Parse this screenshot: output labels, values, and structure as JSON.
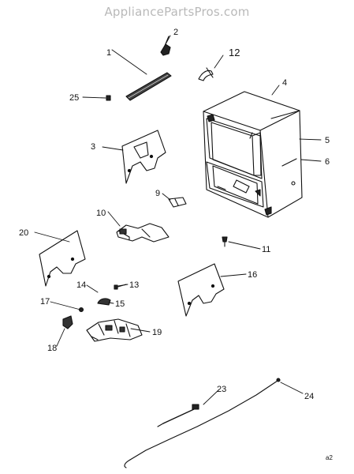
{
  "header": {
    "watermark": "AppliancePartsPros.com"
  },
  "callouts": {
    "c1": "1",
    "c2": "2",
    "c3": "3",
    "c4": "4",
    "c5": "5",
    "c6": "6",
    "c9": "9",
    "c10": "10",
    "c11": "11",
    "c12": "12",
    "c13": "13",
    "c14": "14",
    "c15": "15",
    "c16": "16",
    "c17": "17",
    "c18": "18",
    "c19": "19",
    "c20": "20",
    "c23": "23",
    "c24": "24",
    "c25": "25"
  },
  "footer": {
    "drawing_code": "a2"
  }
}
